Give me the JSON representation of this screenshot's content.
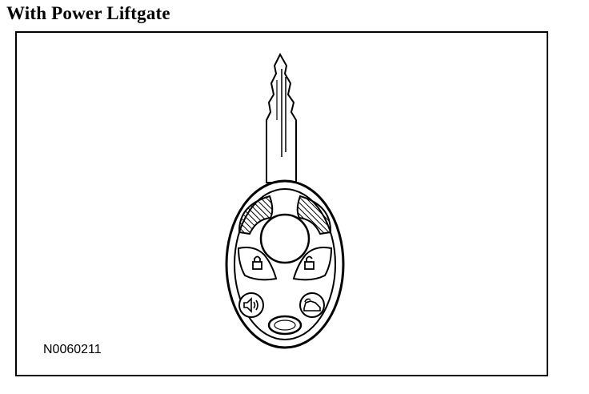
{
  "title": "With Power Liftgate",
  "figure_id": "N0060211",
  "illustration": {
    "subject": "remote-key-fob",
    "buttons": [
      "liftgate-left",
      "liftgate-right",
      "lock-icon",
      "unlock-icon",
      "panic-icon",
      "trunk-icon",
      "remote-start"
    ],
    "line_color": "#000000",
    "background": "#ffffff"
  }
}
